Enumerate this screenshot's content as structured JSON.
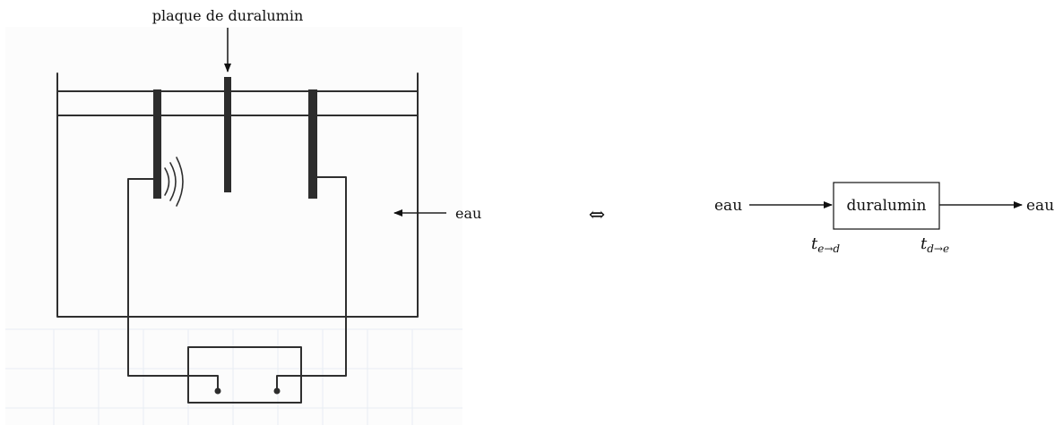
{
  "sketch": {
    "top_label": "plaque de duralumin",
    "water_label": "eau"
  },
  "equivalence_symbol": "⇔",
  "block_diagram": {
    "input_label": "eau",
    "box_label": "duralumin",
    "output_label": "eau",
    "t_in": {
      "base": "t",
      "sub": "e→d"
    },
    "t_out": {
      "base": "t",
      "sub": "d→e"
    }
  }
}
